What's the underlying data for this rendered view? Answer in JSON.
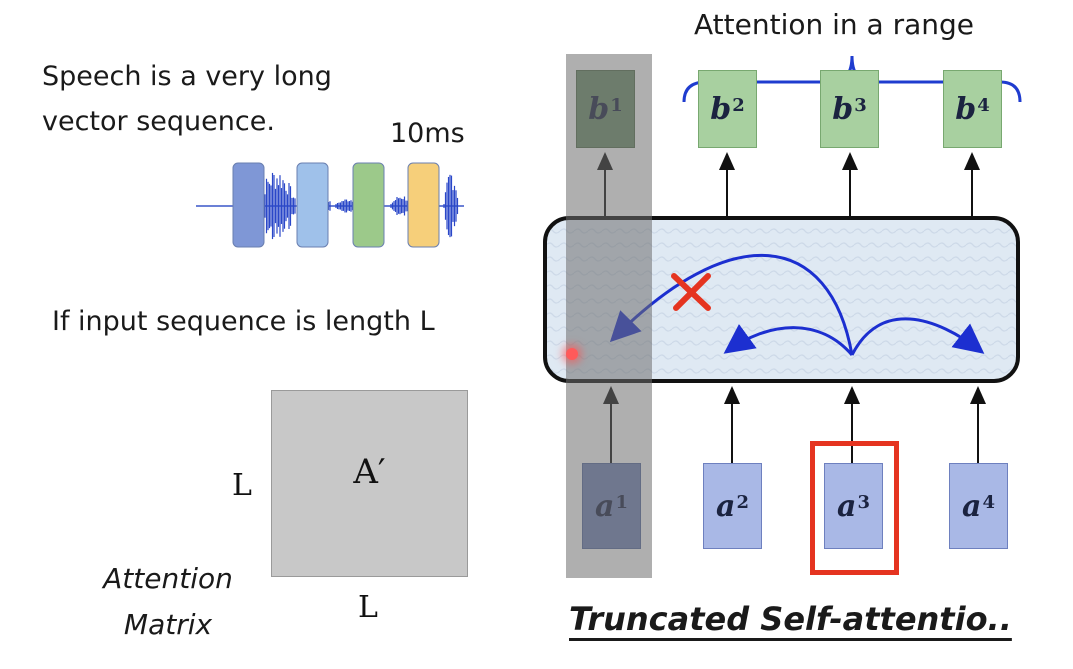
{
  "left": {
    "speech_line1": "Speech is a very long",
    "speech_line2": "vector sequence.",
    "ms_label": "10ms",
    "input_text": "If input sequence is length L",
    "matrix_label": "A′",
    "matrix_dim_left": "L",
    "matrix_dim_bottom": "L",
    "matrix_caption_line1": "Attention",
    "matrix_caption_line2": "Matrix"
  },
  "waveform": {
    "frame_colors": [
      "#7f97d6",
      "#9fc1ea",
      "#9cc98a",
      "#f6cf7a"
    ]
  },
  "diagram": {
    "attention_range_label": "Attention in a range",
    "outputs": [
      {
        "letter": "b",
        "sup": "1"
      },
      {
        "letter": "b",
        "sup": "2"
      },
      {
        "letter": "b",
        "sup": "3"
      },
      {
        "letter": "b",
        "sup": "4"
      }
    ],
    "inputs": [
      {
        "letter": "a",
        "sup": "1"
      },
      {
        "letter": "a",
        "sup": "2"
      },
      {
        "letter": "a",
        "sup": "3"
      },
      {
        "letter": "a",
        "sup": "4"
      }
    ],
    "title": "Truncated Self-attentio.."
  },
  "colors": {
    "output_fill": "#a8d0a0",
    "input_fill": "#a9b8e6",
    "arrow_blue": "#1c2fd0",
    "brace_blue": "#1f3ccf",
    "cross_red": "#e53420",
    "highlight_frame": "#e53420"
  }
}
